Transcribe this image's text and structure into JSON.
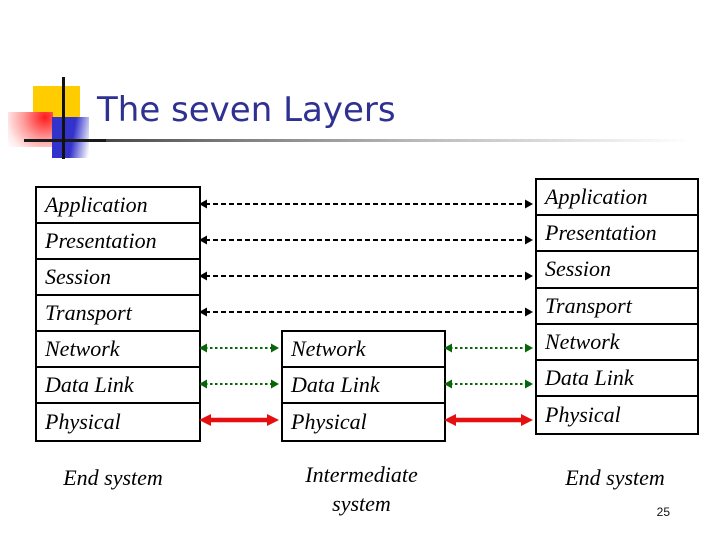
{
  "title": "The seven Layers",
  "page_number": "25",
  "colors": {
    "title_text": "#2E3192",
    "arrow_black": "#000000",
    "arrow_green": "#076607",
    "arrow_red": "#E60F0F",
    "accent_yellow": "#FFCC00",
    "accent_blue": "#3333CC",
    "accent_red": "#FF1A1A"
  },
  "stacks": {
    "left": {
      "label": "End system",
      "layers": [
        "Application",
        "Presentation",
        "Session",
        "Transport",
        "Network",
        "Data Link",
        "Physical"
      ]
    },
    "middle": {
      "label": "Intermediate system",
      "layers": [
        "Network",
        "Data Link",
        "Physical"
      ]
    },
    "right": {
      "label": "End system",
      "layers": [
        "Application",
        "Presentation",
        "Session",
        "Transport",
        "Network",
        "Data Link",
        "Physical"
      ]
    }
  },
  "connections": [
    {
      "layer": "Application",
      "from": "left",
      "to": "right",
      "line": "dashed",
      "color": "arrow_black"
    },
    {
      "layer": "Presentation",
      "from": "left",
      "to": "right",
      "line": "dashed",
      "color": "arrow_black"
    },
    {
      "layer": "Session",
      "from": "left",
      "to": "right",
      "line": "dashed",
      "color": "arrow_black"
    },
    {
      "layer": "Transport",
      "from": "left",
      "to": "right",
      "line": "dashed",
      "color": "arrow_black"
    },
    {
      "layer": "Network",
      "from": "left",
      "to": "middle",
      "line": "dotted",
      "color": "arrow_green"
    },
    {
      "layer": "Network",
      "from": "middle",
      "to": "right",
      "line": "dotted",
      "color": "arrow_green"
    },
    {
      "layer": "Data Link",
      "from": "left",
      "to": "middle",
      "line": "dotted",
      "color": "arrow_green"
    },
    {
      "layer": "Data Link",
      "from": "middle",
      "to": "right",
      "line": "dotted",
      "color": "arrow_green"
    },
    {
      "layer": "Physical",
      "from": "left",
      "to": "middle",
      "line": "solid",
      "color": "arrow_red"
    },
    {
      "layer": "Physical",
      "from": "middle",
      "to": "right",
      "line": "solid",
      "color": "arrow_red"
    }
  ]
}
